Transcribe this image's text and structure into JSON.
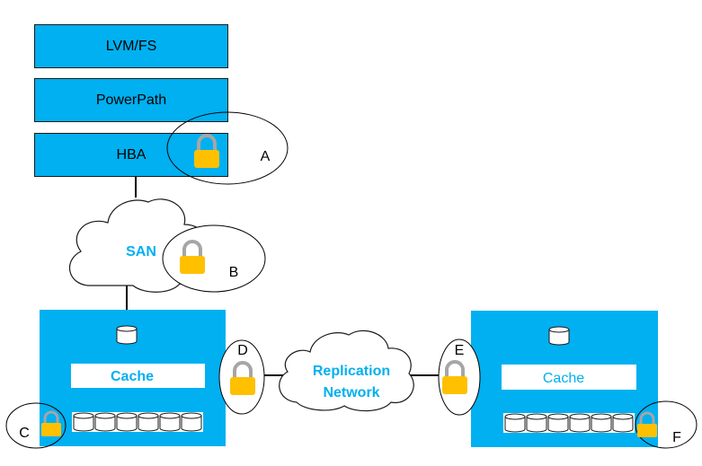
{
  "stack": {
    "lvm_label": "LVM/FS",
    "powerpath_label": "PowerPath",
    "hba_label": "HBA"
  },
  "san": {
    "label": "SAN"
  },
  "replication": {
    "line1": "Replication",
    "line2": "Network"
  },
  "left_array": {
    "cache_label": "Cache"
  },
  "right_array": {
    "cache_label": "Cache"
  },
  "markers": {
    "a": "A",
    "b": "B",
    "c": "C",
    "d": "D",
    "e": "E",
    "f": "F"
  },
  "colors": {
    "box_fill": "#00b0f0",
    "san_text": "#00b0f0",
    "lock_body": "#ffc000",
    "lock_shackle": "#a6a6a6"
  }
}
